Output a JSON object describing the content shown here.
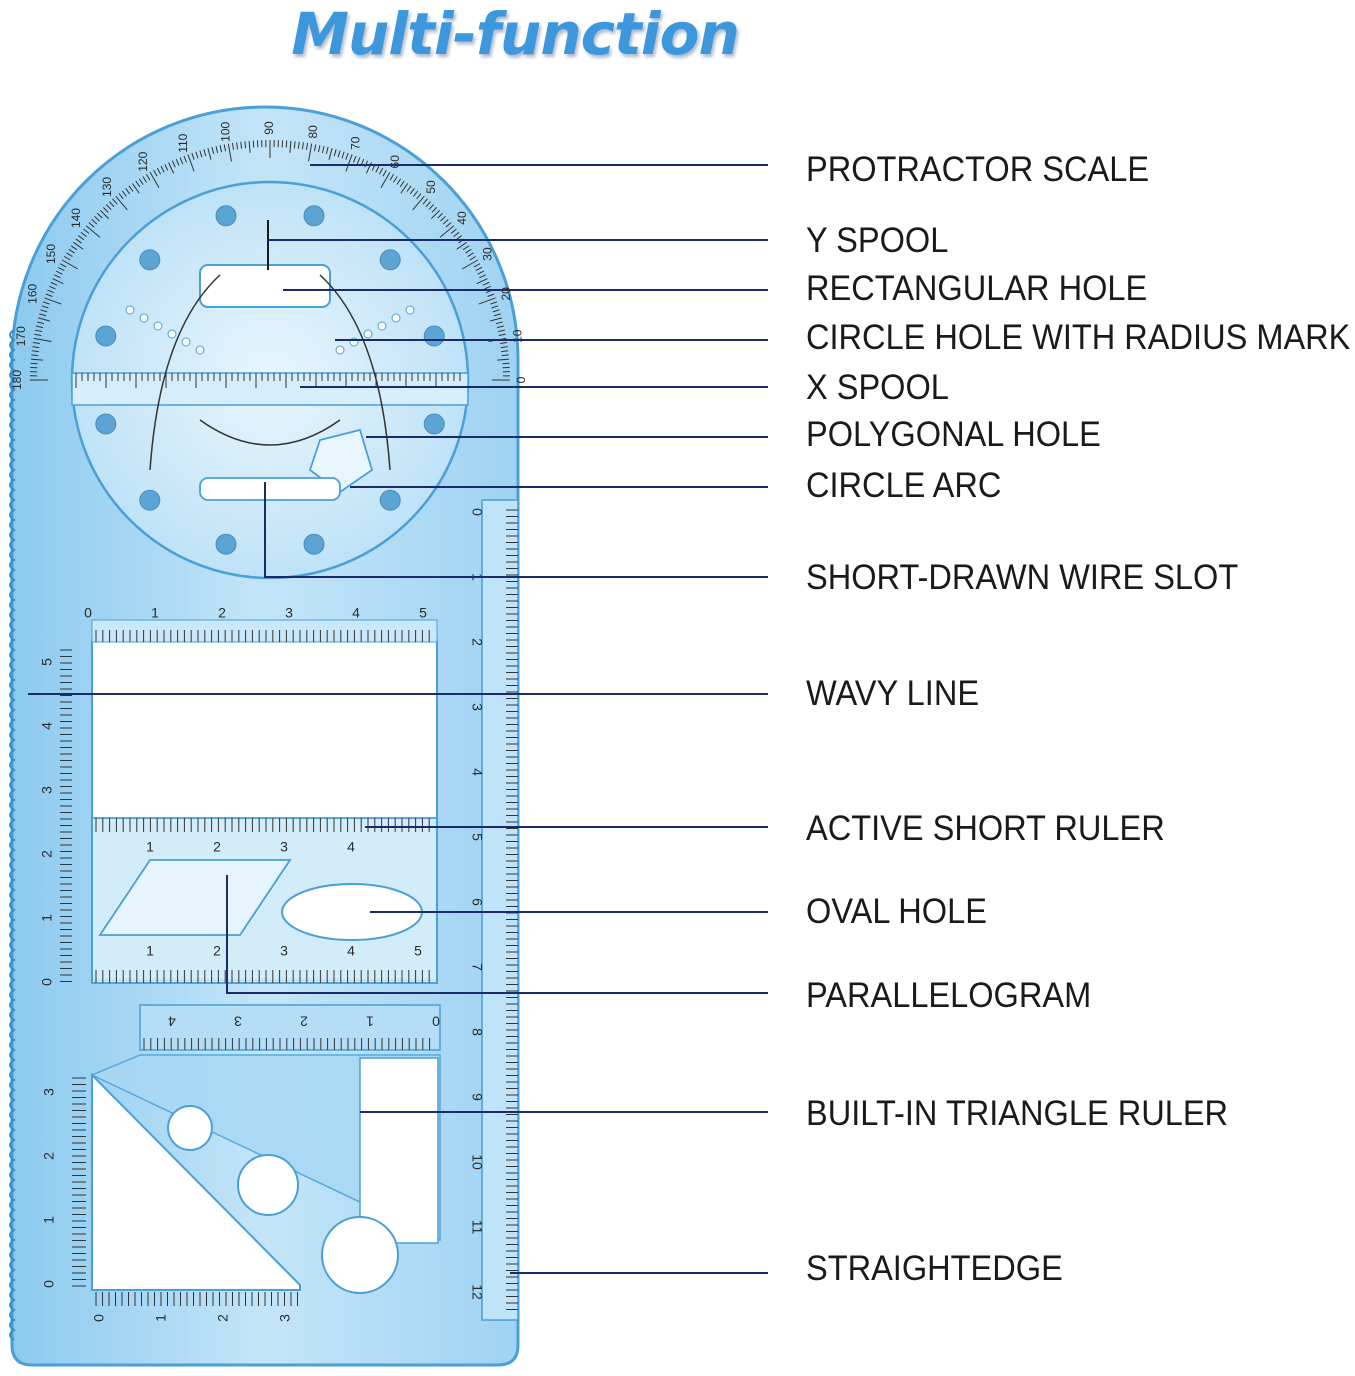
{
  "title": "Multi-function",
  "labels": [
    {
      "id": "protractor-scale",
      "text": "PROTRACTOR SCALE"
    },
    {
      "id": "y-spool",
      "text": "Y SPOOL"
    },
    {
      "id": "rectangular-hole",
      "text": "RECTANGULAR HOLE"
    },
    {
      "id": "circle-hole-radius",
      "text": "CIRCLE HOLE WITH RADIUS MARK"
    },
    {
      "id": "x-spool",
      "text": "X SPOOL"
    },
    {
      "id": "polygonal-hole",
      "text": "POLYGONAL HOLE"
    },
    {
      "id": "circle-arc",
      "text": "CIRCLE ARC"
    },
    {
      "id": "short-drawn-wire-slot",
      "text": "SHORT-DRAWN WIRE SLOT"
    },
    {
      "id": "wavy-line",
      "text": "WAVY LINE"
    },
    {
      "id": "active-short-ruler",
      "text": "ACTIVE SHORT RULER"
    },
    {
      "id": "oval-hole",
      "text": "OVAL HOLE"
    },
    {
      "id": "parallelogram",
      "text": "PARALLELOGRAM"
    },
    {
      "id": "built-in-triangle-ruler",
      "text": "BUILT-IN TRIANGLE RULER"
    },
    {
      "id": "straightedge",
      "text": "STRAIGHTEDGE"
    }
  ],
  "protractor_ticks": [
    "180",
    "170",
    "160",
    "150",
    "140",
    "130",
    "120",
    "110",
    "100",
    "90",
    "80",
    "70",
    "60",
    "50",
    "40",
    "30",
    "20",
    "10",
    "0"
  ],
  "right_ruler_ticks": [
    "0",
    "1",
    "2",
    "3",
    "4",
    "5",
    "6",
    "7",
    "8",
    "9",
    "10",
    "11",
    "12"
  ],
  "top_window_ticks": [
    "0",
    "1",
    "2",
    "3",
    "4",
    "5"
  ],
  "left_ruler_ticks": [
    "5",
    "4",
    "3",
    "2",
    "1",
    "0"
  ],
  "short_ruler_ticks": [
    "1",
    "2",
    "3",
    "4"
  ],
  "short_ruler_bottom_ticks": [
    "1",
    "2",
    "3",
    "4",
    "5"
  ],
  "reverse_ruler_ticks": [
    "4",
    "3",
    "2",
    "1",
    "0"
  ],
  "triangle_side_ticks": [
    "3",
    "2",
    "1",
    "0"
  ],
  "triangle_bottom_ticks": [
    "0",
    "1",
    "2",
    "3"
  ],
  "colors": {
    "title": "#3d97dd",
    "ruler_body": "#a6d6f3",
    "ruler_edge": "#4a9fd6",
    "leader": "#1b2a6b",
    "pin": "#3a8fc8"
  }
}
